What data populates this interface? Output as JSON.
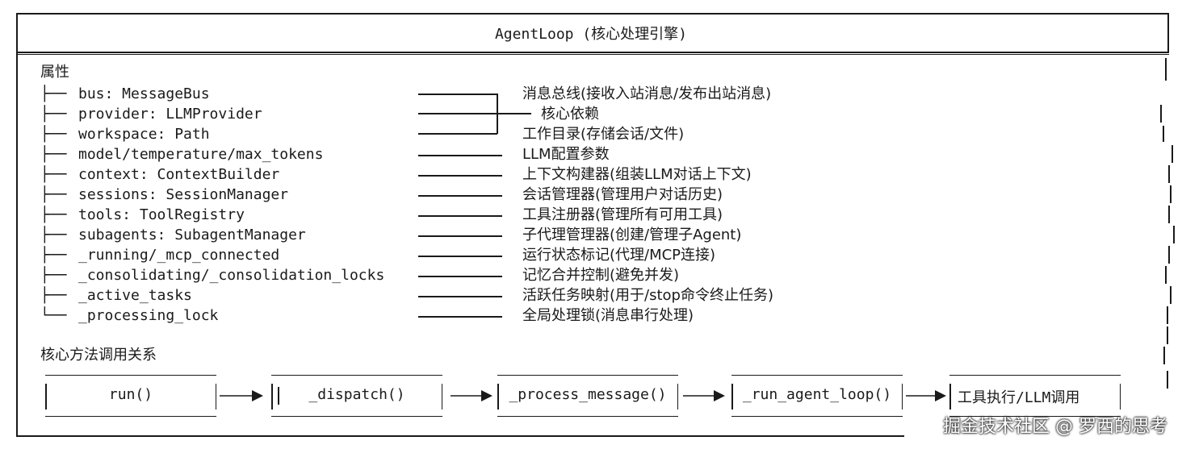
{
  "title": "AgentLoop (核心处理引擎)",
  "attributes_heading": "属性",
  "attributes": [
    {
      "prefix": "├── ",
      "name": "bus: MessageBus",
      "desc": "消息总线(接收入站消息/发布出站消息)"
    },
    {
      "prefix": "├── ",
      "name": "provider: LLMProvider",
      "desc": "核心依赖"
    },
    {
      "prefix": "├── ",
      "name": "workspace: Path",
      "desc": "工作目录(存储会话/文件)"
    },
    {
      "prefix": "├── ",
      "name": "model/temperature/max_tokens",
      "desc": "LLM配置参数"
    },
    {
      "prefix": "├── ",
      "name": "context: ContextBuilder",
      "desc": "上下文构建器(组装LLM对话上下文)"
    },
    {
      "prefix": "├── ",
      "name": "sessions: SessionManager",
      "desc": "会话管理器(管理用户对话历史)"
    },
    {
      "prefix": "├── ",
      "name": "tools: ToolRegistry",
      "desc": "工具注册器(管理所有可用工具)"
    },
    {
      "prefix": "├── ",
      "name": "subagents: SubagentManager",
      "desc": "子代理管理器(创建/管理子Agent)"
    },
    {
      "prefix": "├── ",
      "name": "_running/_mcp_connected",
      "desc": "运行状态标记(代理/MCP连接)"
    },
    {
      "prefix": "├── ",
      "name": "_consolidating/_consolidation_locks",
      "desc": "记忆合并控制(避免并发)"
    },
    {
      "prefix": "├── ",
      "name": "_active_tasks",
      "desc": "活跃任务映射(用于/stop命令终止任务)"
    },
    {
      "prefix": "└── ",
      "name": "_processing_lock",
      "desc": "全局处理锁(消息串行处理)"
    }
  ],
  "methods_heading": "核心方法调用关系",
  "flow": [
    {
      "label": "run()"
    },
    {
      "label": "_dispatch()"
    },
    {
      "label": "_process_message()"
    },
    {
      "label": "_run_agent_loop()"
    },
    {
      "label": "工具执行/LLM调用"
    }
  ],
  "watermark": "掘金技术社区 @ 罗西的思考",
  "colors": {
    "ink": "#1a1a1a",
    "background": "#ffffff"
  }
}
